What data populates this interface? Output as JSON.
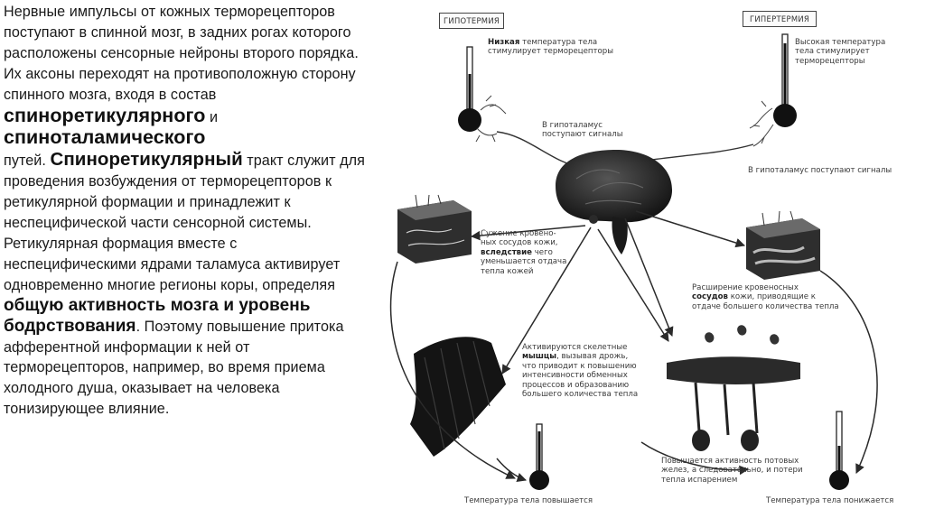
{
  "text": {
    "p1": "Нервные импульсы от кожных терморецепторов поступают в спинной мозг, в задних рогах которого расположены сенсорные нейроны второго порядка. Их аксоны переходят на противоположную сторону спинного мозга, входя в состав",
    "b1": "спиноретикулярного",
    "t1": " и",
    "b2": "спиноталамического",
    "t2": "путей.",
    "b3": "Спиноретикулярный",
    "t3": " тракт служит для проведения возбуждения от терморецепторов к ретикулярной формации и принадлежит к неспецифической части сенсорной системы. Ретикулярная формация вместе с неспецифическими ядрами таламуса активирует одновременно многие регионы коры, определяя",
    "b4": "общую активность мозга и уровень бодрствования",
    "t4": ". Поэтому повышение притока афферентной информации к ней от терморецепторов, например, во время приема холодного душа, оказывает на человека тонизирующее влияние."
  },
  "figure": {
    "hypothermia_label": "ГИПОТЕРМИЯ",
    "hyperthermia_label": "ГИПЕРТЕРМИЯ",
    "low_temp_bold": "Низкая",
    "low_temp_rest1": " температура тела",
    "low_temp_line2": "стимулирует  терморецепторы",
    "high_temp_line1": "Высокая  температура",
    "high_temp_line2": "тела стимулирует",
    "high_temp_line3": "терморецепторы",
    "signals_left_line1": "В гипоталамус",
    "signals_left_line2": "поступают сигналы",
    "signals_right": "В гипоталамус поступают сигналы",
    "vasoconstriction_l1": "Сужение  кровено-",
    "vasoconstriction_l2": "ных сосудов кожи,",
    "vasoconstriction_l3_bold": "вследствие",
    "vasoconstriction_l3_rest": " чего",
    "vasoconstriction_l4": "уменьшается отдача",
    "vasoconstriction_l5": "тепла кожей",
    "vasodilation_l1": "Расширение кровеносных",
    "vasodilation_l2_bold": "сосудов",
    "vasodilation_l2_rest": " кожи, приводящие к",
    "vasodilation_l3": "отдаче большего количества тепла",
    "muscles_l1": "Активируются  скелетные",
    "muscles_l2_bold": "мышцы",
    "muscles_l2_rest": ", вызывая дрожь,",
    "muscles_l3": "что приводит к повышению",
    "muscles_l4": "интенсивности обменных",
    "muscles_l5": "процессов и образованию",
    "muscles_l6": "большего количества тепла",
    "sweat_l1": "Повышается  активность потовых",
    "sweat_l2": "желез, а следовательно, и потери",
    "sweat_l3": "тепла испарением",
    "temp_rises": "Температура тела повышается",
    "temp_falls": "Температура тела понижается"
  }
}
